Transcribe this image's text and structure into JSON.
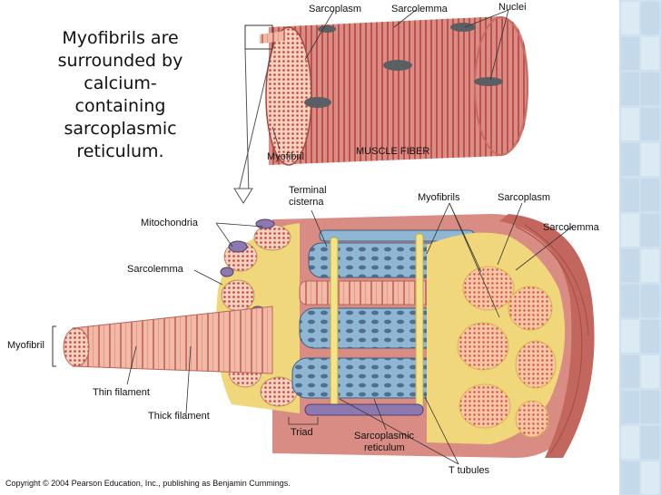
{
  "caption": {
    "lines": [
      "Myofibrils are",
      "surrounded by",
      "calcium-",
      "containing",
      "sarcoplasmic",
      "reticulum."
    ]
  },
  "labels": {
    "sarcoplasm_top": "Sarcoplasm",
    "sarcolemma_top": "Sarcolemma",
    "nuclei": "Nuclei",
    "myofibril_top": "Myofibril",
    "muscle_fiber": "MUSCLE FIBER",
    "terminal_cisterna_1": "Terminal",
    "terminal_cisterna_2": "cisterna",
    "myofibrils": "Myofibrils",
    "sarcoplasm_right": "Sarcoplasm",
    "sarcolemma_right": "Sarcolemma",
    "mitochondria": "Mitochondria",
    "sarcolemma_left": "Sarcolemma",
    "myofibril_left": "Myofibril",
    "thin_filament": "Thin filament",
    "thick_filament": "Thick filament",
    "triad": "Triad",
    "sarcoplasmic_reticulum_1": "Sarcoplasmic",
    "sarcoplasmic_reticulum_2": "reticulum",
    "t_tubules": "T tubules"
  },
  "copyright": "Copyright © 2004 Pearson Education, Inc., publishing as Benjamin Cummings.",
  "colors": {
    "muscle": "#d9837a",
    "muscle_dark": "#b95a52",
    "sr_blue": "#8fb7d3",
    "tubule_yellow": "#f3e38a",
    "mito_purple": "#8e78b0",
    "sidebar_blue": "#cfe1ef"
  }
}
